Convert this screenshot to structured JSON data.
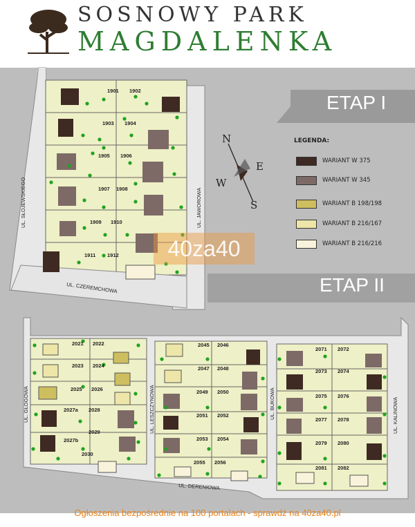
{
  "header": {
    "line1": "SOSNOWY PARK",
    "line2": "MAGDALENKA"
  },
  "etap1": {
    "label": "ETAP I"
  },
  "etap2": {
    "label": "ETAP II"
  },
  "legend": {
    "title": "LEGENDA:",
    "items": [
      {
        "label": "WARIANT W 375",
        "color": "#3e2a22"
      },
      {
        "label": "WARIANT W 345",
        "color": "#7d6a66"
      },
      {
        "label": "WARIANT B 198/198",
        "color": "#cdbf5f"
      },
      {
        "label": "WARIANT B 216/167",
        "color": "#ede6a8"
      },
      {
        "label": "WARIANT B 216/216",
        "color": "#f8f3da"
      }
    ]
  },
  "compass": {
    "n": "N",
    "e": "E",
    "s": "S",
    "w": "W"
  },
  "streets": {
    "slojewskiego": "UL. SŁOJEWSKIEGO",
    "jaworowa": "UL. JAWOROWA",
    "czeremchowa": "UL. CZEREMCHOWA",
    "glogowa": "UL. GŁOGOWA",
    "leszczynowa": "UL. LESZCZYNOWA",
    "bukowa": "UL. BUKOWA",
    "kalinowa": "UL. KALINOWA",
    "dereniowa": "UL. DERENIOWA"
  },
  "lots_etap1": [
    "1901",
    "1902",
    "1903",
    "1904",
    "1905",
    "1906",
    "1907",
    "1908",
    "1909",
    "1910",
    "1911",
    "1912"
  ],
  "lots_etap2": [
    "2021",
    "2022",
    "2023",
    "2024",
    "2025",
    "2026",
    "2027a",
    "2028",
    "2027b",
    "2029",
    "2030",
    "2045",
    "2046",
    "2047",
    "2048",
    "2049",
    "2050",
    "2051",
    "2052",
    "2053",
    "2054",
    "2055",
    "2056",
    "2071",
    "2072",
    "2073",
    "2074",
    "2075",
    "2076",
    "2077",
    "2078",
    "2079",
    "2080",
    "2081",
    "2082"
  ],
  "watermark": "40za40",
  "footer": "Ogłoszenia bezpośrednie na 100 portalach - sprawdź na 40za40.pl"
}
